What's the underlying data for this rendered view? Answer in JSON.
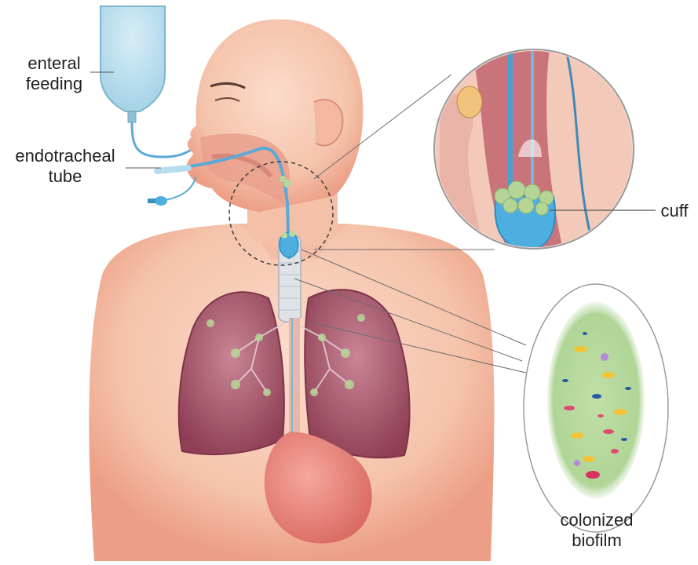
{
  "labels": {
    "enteral_feeding": {
      "line1": "enteral",
      "line2": "feeding"
    },
    "endotracheal_tube": {
      "line1": "endotracheal",
      "line2": "tube"
    },
    "cuff": "cuff",
    "colonized_biofilm": {
      "line1": "colonized",
      "line2": "biofilm"
    }
  },
  "colors": {
    "skin": "#f7cbb5",
    "skin_shadow": "#ef9f86",
    "lung": "#a8566a",
    "lung_light": "#c97d8c",
    "tube_blue": "#5aa9d6",
    "cuff_blue": "#4eaee0",
    "biofilm_green": "#a6cf8a",
    "stomach": "#ec8a80",
    "trachea": "#d9dde3"
  }
}
